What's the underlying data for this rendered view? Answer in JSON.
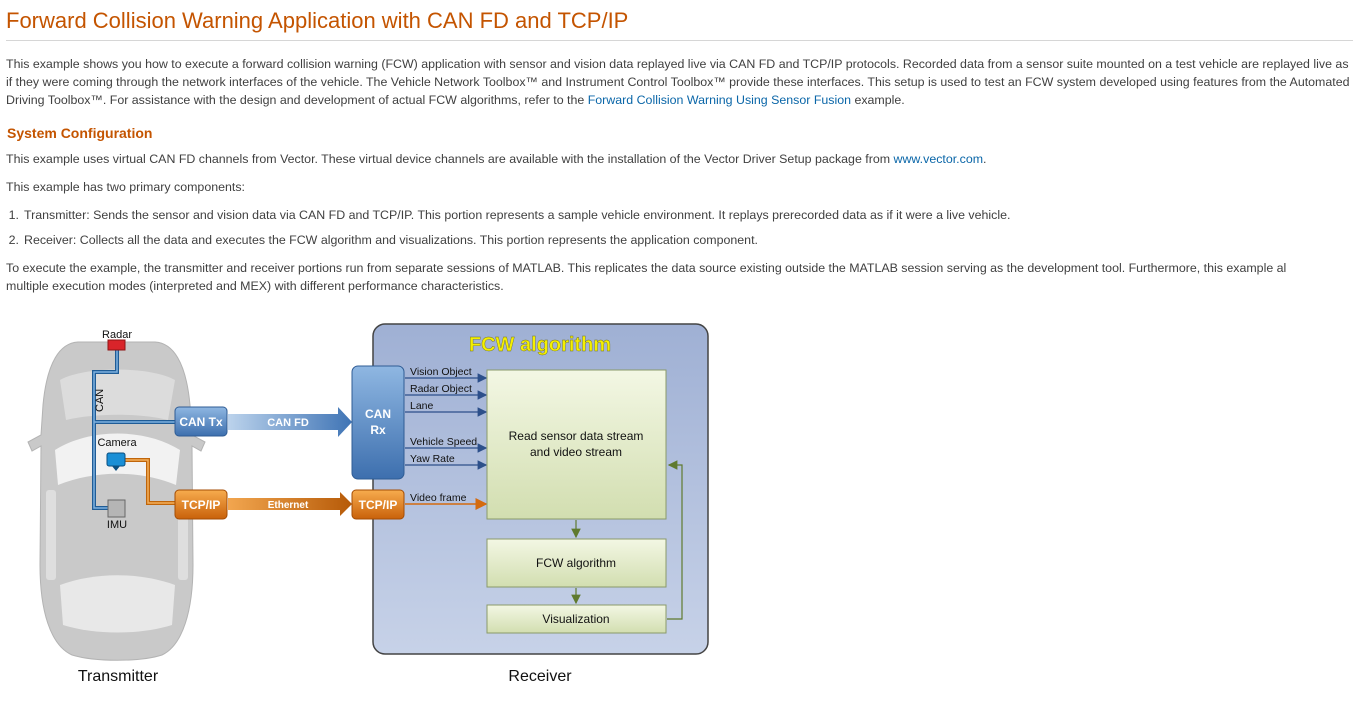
{
  "title": "Forward Collision Warning Application with CAN FD and TCP/IP",
  "intro": {
    "text1": "This example shows you how to execute a forward collision warning (FCW) application with sensor and vision data replayed live via CAN FD and TCP/IP protocols. Recorded data from a sensor suite mounted on a test vehicle are replayed live as if they were coming through the network interfaces of the vehicle. The Vehicle Network Toolbox™ and Instrument Control Toolbox™ provide these interfaces. This setup is used to test an FCW system developed using features from the Automated Driving Toolbox™. For assistance with the design and development of actual FCW algorithms, refer to the ",
    "link": "Forward Collision Warning Using Sensor Fusion",
    "text2": " example."
  },
  "system_config": {
    "heading": "System Configuration",
    "p1_text": "This example uses virtual CAN FD channels from Vector. These virtual device channels are available with the installation of the Vector Driver Setup package from ",
    "p1_link": "www.vector.com",
    "p1_end": ".",
    "p2": "This example has two primary components:",
    "list": [
      {
        "num": "1.",
        "text": "Transmitter: Sends the sensor and vision data via CAN FD and TCP/IP. This portion represents a sample vehicle environment. It replays prerecorded data as if it were a live vehicle."
      },
      {
        "num": "2.",
        "text": "Receiver: Collects all the data and executes the FCW algorithm and visualizations. This portion represents the application component."
      }
    ],
    "p3_line1": "To execute the example, the transmitter and receiver portions run from separate sessions of MATLAB. This replicates the data source existing outside the MATLAB session serving as the development tool. Furthermore, this example al",
    "p3_line2": "multiple execution modes (interpreted and MEX) with different performance characteristics."
  },
  "diagram": {
    "radar": "Radar",
    "can": "CAN",
    "camera": "Camera",
    "imu": "IMU",
    "can_tx": "CAN Tx",
    "can_fd": "CAN FD",
    "can_rx_1": "CAN",
    "can_rx_2": "Rx",
    "tcpip": "TCP/IP",
    "ethernet": "Ethernet",
    "tcpip_rx": "TCP/IP",
    "fcw_title": "FCW algorithm",
    "signals": [
      "Vision Object",
      "Radar Object",
      "Lane",
      "Vehicle Speed",
      "Yaw Rate",
      "Video frame"
    ],
    "read_line1": "Read sensor data stream",
    "read_line2": "and video stream",
    "fcw_box": "FCW algorithm",
    "viz_box": "Visualization",
    "transmitter": "Transmitter",
    "receiver": "Receiver"
  },
  "colors": {
    "heading": "#c45400",
    "link": "#0a66a8",
    "fcw_title": "#f5f000",
    "can_blue": "#4f86c6",
    "tcp_orange": "#e57c12"
  }
}
